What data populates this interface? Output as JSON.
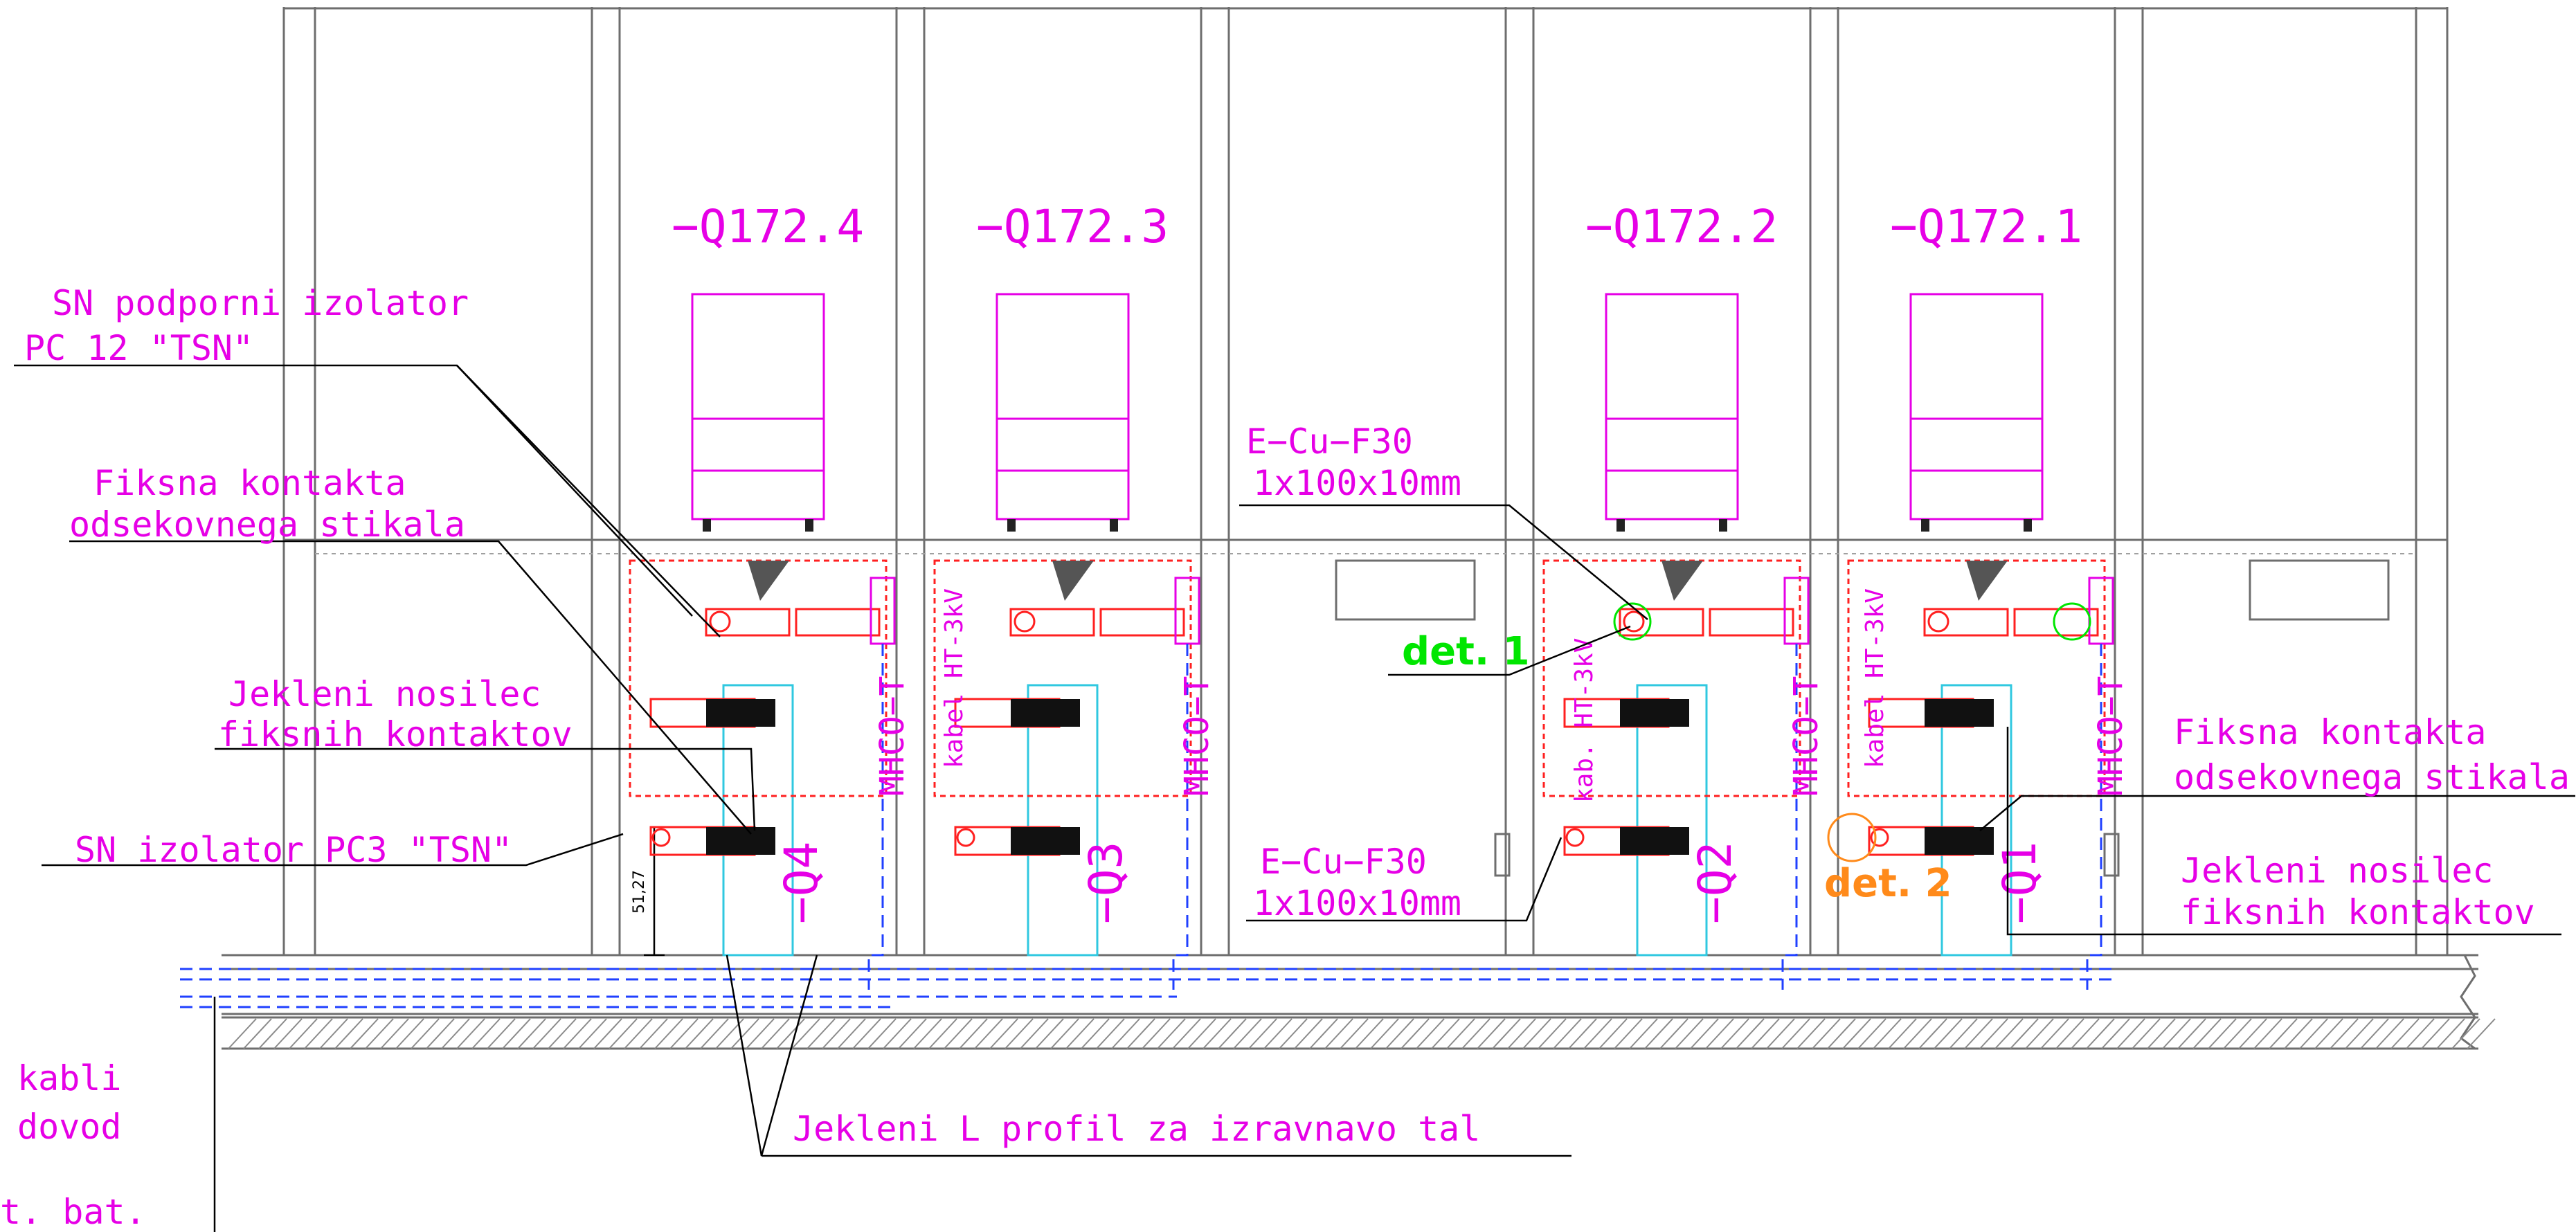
{
  "feeders": [
    {
      "id": "q172_4",
      "breaker": "−Q172.4",
      "disconnector": "−Q4",
      "has_sensor": true,
      "cable": ""
    },
    {
      "id": "q172_3",
      "breaker": "−Q172.3",
      "disconnector": "−Q3",
      "has_sensor": true,
      "cable": "kabel HT-3kV"
    },
    {
      "id": "q172_2",
      "breaker": "−Q172.2",
      "disconnector": "−Q2",
      "has_sensor": true,
      "cable": "kab. HT-3kV"
    },
    {
      "id": "q172_1",
      "breaker": "−Q172.1",
      "disconnector": "−Q1",
      "has_sensor": true,
      "cable": "kabel HT-3kV"
    }
  ],
  "sensor_label": "MHCO−T",
  "labels": {
    "sn_podporni_1": "SN podporni izolator",
    "sn_podporni_2": "PC 12 \"TSN\"",
    "fiksna_left_1": "Fiksna kontakta",
    "fiksna_left_2": "odsekovnega stikala",
    "jekleni_left_1": "Jekleni nosilec",
    "jekleni_left_2": "fiksnih kontaktov",
    "sn_izolator": "SN izolator PC3 \"TSN\"",
    "ecu_top_1": "E−Cu−F30",
    "ecu_top_2": "1x100x10mm",
    "ecu_bottom_1": "E−Cu−F30",
    "ecu_bottom_2": "1x100x10mm",
    "fiksna_right_1": "Fiksna kontakta",
    "fiksna_right_2": "odsekovnega stikala",
    "jekleni_right_1": "Jekleni nosilec",
    "jekleni_right_2": "fiksnih kontaktov",
    "l_profil": "Jekleni L profil za izravnavo tal",
    "kabli": "kabli",
    "dovod": "dovod",
    "bat": "t. bat.",
    "dimension": "51,27"
  },
  "details": {
    "det1": "det. 1",
    "det2": "det. 2"
  },
  "colors": {
    "magenta": "#e600e6",
    "red": "#ff2020",
    "cyan": "#30c8e0",
    "blue": "#2040ff",
    "green": "#00e600",
    "orange": "#ff8a1a",
    "grey": "#6e6e6e"
  }
}
